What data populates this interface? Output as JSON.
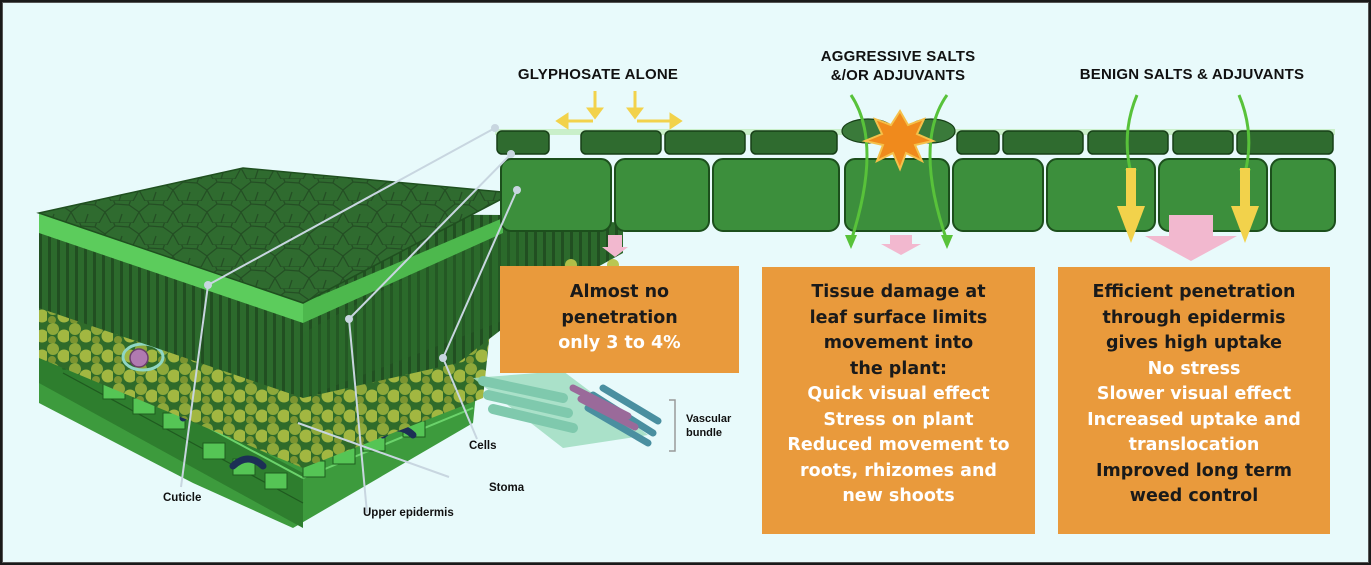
{
  "headers": {
    "col1": "GLYPHOSATE ALONE",
    "col2_line1": "AGGRESSIVE SALTS",
    "col2_line2": "&/OR ADJUVANTS",
    "col3": "BENIGN SALTS & ADJUVANTS"
  },
  "boxes": {
    "left": {
      "dark_lines": [
        "Almost no",
        "penetration"
      ],
      "light_lines": [
        "only 3 to 4%"
      ]
    },
    "middle": {
      "dark_lines": [
        "Tissue damage at",
        "leaf surface limits",
        "movement into",
        "the plant:"
      ],
      "light_lines": [
        "Quick visual effect",
        "Stress on plant",
        "Reduced movement to",
        "roots, rhizomes and",
        "new shoots"
      ]
    },
    "right": {
      "dark_lines": [
        "Efficient penetration",
        "through epidermis",
        "gives high uptake"
      ],
      "mixed": [
        {
          "text": "No stress",
          "tone": "light"
        },
        {
          "text": "Slower visual effect",
          "tone": "light"
        },
        {
          "text": "Increased uptake and",
          "tone": "light"
        },
        {
          "text": "translocation",
          "tone": "light"
        },
        {
          "text": "Improved long term",
          "tone": "dark"
        },
        {
          "text": "weed control",
          "tone": "dark"
        }
      ]
    }
  },
  "labels": {
    "cuticle": "Cuticle",
    "upper_epidermis": "Upper epidermis",
    "stoma": "Stoma",
    "cells": "Cells",
    "vascular_line1": "Vascular",
    "vascular_line2": "bundle"
  },
  "colors": {
    "background": "#e8fafb",
    "box_orange": "#e99a3c",
    "leaf_dark": "#2f6b2f",
    "leaf_mid": "#3c8a3c",
    "leaf_light": "#4fbf4f",
    "arrow_yellow": "#f2d24b",
    "arrow_pink": "#f2b8cf",
    "arrow_green": "#58c23a",
    "burst_orange": "#f08a1c"
  }
}
